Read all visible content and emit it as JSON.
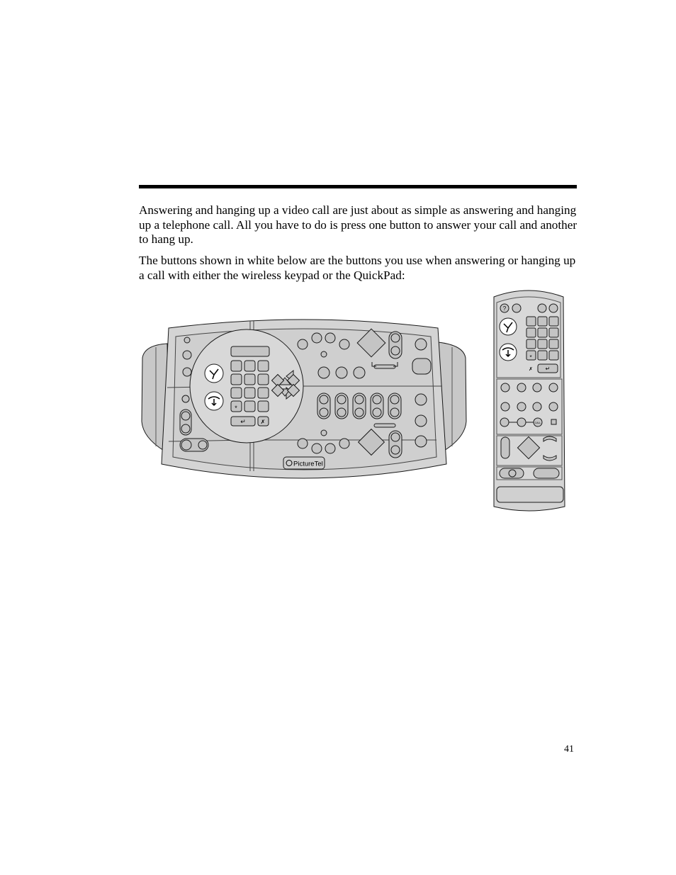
{
  "body": {
    "paragraph_1": "Answering and hanging up a video call are just about as simple as answering and hanging up a telephone call. All you have to do is press one button to answer your call and another to hang up.",
    "paragraph_2": "The buttons shown in white below are the buttons you use when answering or hanging up a call with either the wireless keypad or the QuickPad:"
  },
  "quickpad": {
    "brand_label": "PictureTel",
    "keypad_labels": {
      "star": "*",
      "enter": "↵",
      "delete": "✗"
    }
  },
  "remote": {
    "help_label": "?",
    "keypad_labels": {
      "star": "*",
      "delete": "✗",
      "enter": "↵"
    },
    "call_label": "CALL"
  },
  "page_number": "41",
  "colors": {
    "device_fill": "#d4d4d4",
    "device_fill_dark": "#bdbdbd",
    "highlight_button": "#ffffff",
    "outline": "#1a1a1a"
  }
}
